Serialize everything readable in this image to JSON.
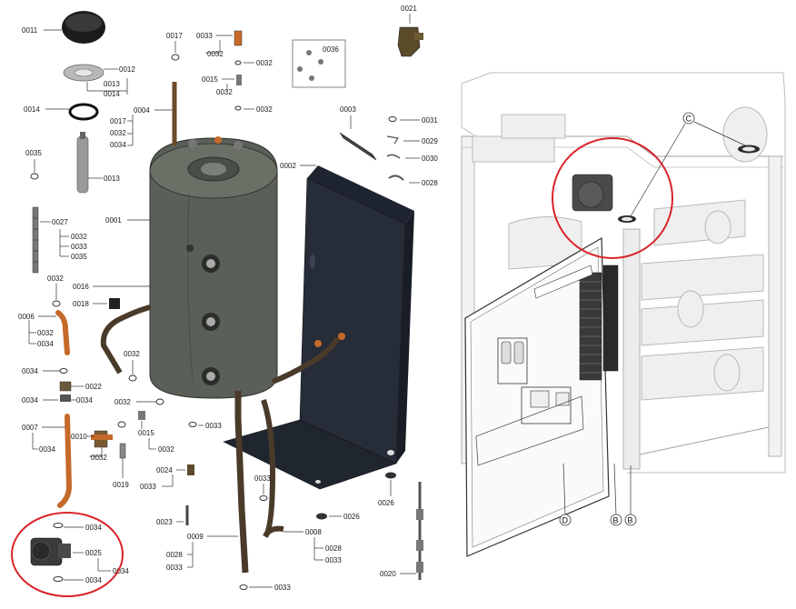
{
  "parts_diagram": {
    "tank_vessel": "0001",
    "right_panel_part": "0002",
    "bracket_part": "0003",
    "pipe_tank_top": "0004",
    "pipe_left_bend": "0006",
    "pipe_bottom_left": "0007",
    "pipe_center_lower": "0008",
    "pipe_long_down": "0009",
    "fitting_small": "0010",
    "cap_top": "0011",
    "flange_ring": "0012",
    "label_0013": "0013",
    "label_0014": "0014",
    "label_0015": "0015",
    "label_0016": "0016",
    "label_0017": "0017",
    "label_0018": "0018",
    "label_0019": "0019",
    "label_0020": "0020",
    "label_0021": "0021",
    "label_0022": "0022",
    "label_0023": "0023",
    "label_0024": "0024",
    "label_0025": "0025",
    "label_0026": "0026",
    "label_0027": "0027",
    "label_0028": "0028",
    "label_0029": "0029",
    "label_0030": "0030",
    "label_0031": "0031",
    "label_0032": "0032",
    "label_0033": "0033",
    "label_0034": "0034",
    "label_0035": "0035",
    "label_0036": "0036"
  },
  "assembly_view": {
    "callout_c": "C",
    "callout_d": "D",
    "callout_b": "B"
  },
  "colors": {
    "tank": "#5a5f57",
    "panel": "#262c38",
    "copper": "#c56a2a",
    "highlight_circle": "#d9232a",
    "frame": "#9a9a9a"
  }
}
